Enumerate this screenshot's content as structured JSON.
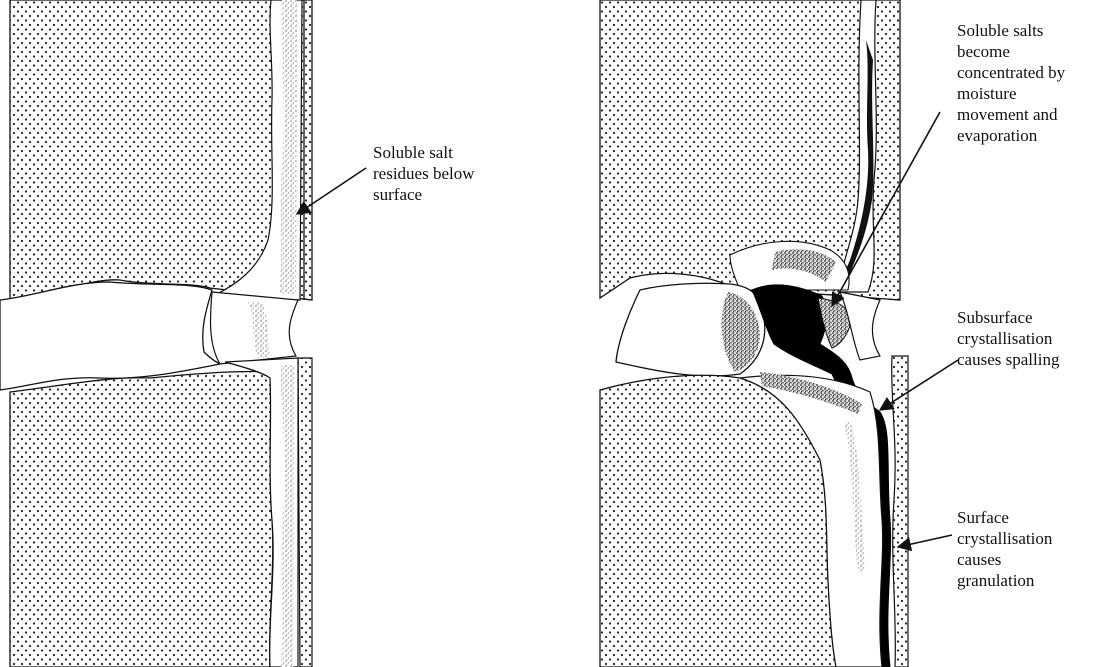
{
  "labels": {
    "residues": "Soluble salt\nresidues below\nsurface",
    "concentrated": "Soluble salts\nbecome\nconcentrated by\nmoisture\nmovement and\nevaporation",
    "subsurface": "Subsurface\ncrystallisation\ncauses spalling",
    "surface": "Surface\ncrystallisation\ncauses\ngranulation"
  },
  "colors": {
    "ink": "#111111",
    "stone_dots": "#222222",
    "salt_speckle": "#9a9a9a",
    "crystal": "#000000",
    "background": "#ffffff"
  }
}
